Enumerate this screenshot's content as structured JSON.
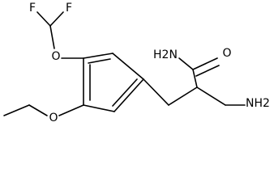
{
  "structure": {
    "atoms": {
      "F1": "F",
      "F2": "F",
      "O_difluoromethoxy": "O",
      "O_ethoxy": "O",
      "amide_nh2": "H2N",
      "amide_o": "O",
      "amine_nh2": "NH2"
    }
  },
  "colors": {
    "bond": "#000000",
    "label": "#000000",
    "background": "#ffffff"
  }
}
